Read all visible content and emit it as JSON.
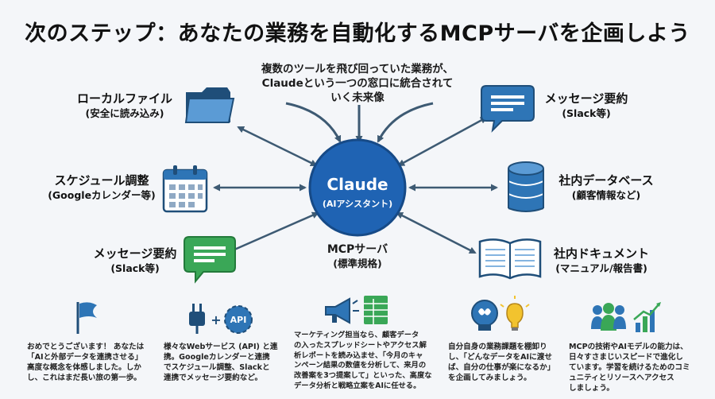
{
  "title": "次のステップ：あなたの業務を自動化するMCPサーバを企画しよう",
  "center_note": [
    "複数のツールを飛び回っていた業務が、",
    "Claudeという一つの窓口に統合されて",
    "いく未来像"
  ],
  "hub": {
    "title": "Claude",
    "subtitle": "(AIアシスタント)"
  },
  "mcp": {
    "title": "MCPサーバ",
    "subtitle": "(標準規格)"
  },
  "nodes": {
    "local_file": {
      "title": "ローカルファイル",
      "subtitle": "(安全に読み込み)",
      "icon": "folder-icon"
    },
    "schedule": {
      "title": "スケジュール調整",
      "subtitle": "(Googleカレンダー等)",
      "icon": "calendar-icon"
    },
    "message_left": {
      "title": "メッセージ要約",
      "subtitle": "(Slack等)",
      "icon": "chat-bubble-icon"
    },
    "message_right": {
      "title": "メッセージ要約",
      "subtitle": "(Slack等)",
      "icon": "chat-bubble-icon"
    },
    "database": {
      "title": "社内データベース",
      "subtitle": "(顧客情報など)",
      "icon": "database-icon"
    },
    "documents": {
      "title": "社内ドキュメント",
      "subtitle": "(マニュアル/報告書)",
      "icon": "book-icon"
    }
  },
  "steps": [
    {
      "icon": "flag-icon",
      "lines": [
        "おめでとうございます！ あなたは",
        "「AIと外部データを連携させる」",
        "高度な概念を体感しました。しか",
        "し、これはまだ長い旅の第一歩。"
      ]
    },
    {
      "icon": "plug-api-icon",
      "api_label": "API",
      "plus": "+",
      "lines": [
        "様々なWebサービス (API) と連",
        "携。Googleカレンダーと連携",
        "でスケジュール調整、Slackと",
        "連携でメッセージ要約など。"
      ]
    },
    {
      "icon": "megaphone-spreadsheet-icon",
      "lines": [
        "マーケティング担当なら、顧客データ",
        "の入ったスプレッドシートやアクセス解",
        "析レポートを読み込ませ、「今月のキャ",
        "ンペーン結果の数値を分析して、来月の",
        "改善案を3つ提案して」といった、高度な",
        "データ分析と戦略立案をAIに任せる。"
      ]
    },
    {
      "icon": "brain-lightbulb-icon",
      "lines": [
        "自分自身の業務課題を棚卸り",
        "し、「どんなデータをAIに渡せ",
        "ば、自分の仕事が楽になるか」",
        "を企画してみましょう。"
      ]
    },
    {
      "icon": "community-growth-icon",
      "lines": [
        "MCPの技術やAIモデルの能力は、",
        "日々すさまじいスピードで進化し",
        "ています。学習を続けるためのコミ",
        "ュニティとリソースへアクセス",
        "しましょう。"
      ]
    }
  ],
  "colors": {
    "navy": "#1f4e79",
    "blue": "#2e75b6",
    "light_blue": "#5b9bd5",
    "green": "#3aa757",
    "arrow": "#3d5a73"
  }
}
